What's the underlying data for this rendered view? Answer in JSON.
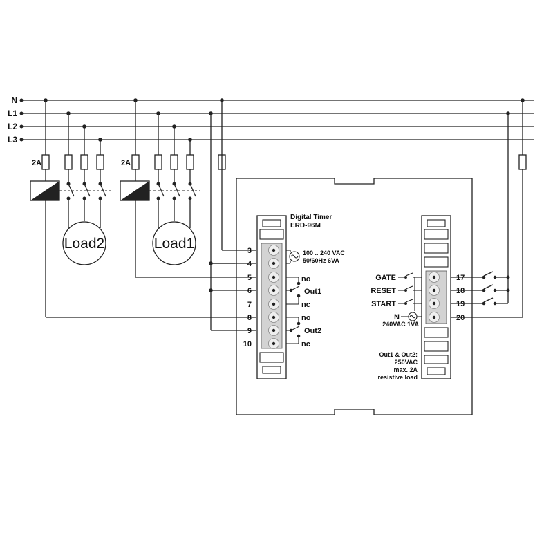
{
  "bus_lines": [
    "N",
    "L1",
    "L2",
    "L3"
  ],
  "fuse_ratings": {
    "left": "2A",
    "right": "2A"
  },
  "loads": {
    "left": "Load2",
    "right": "Load1"
  },
  "device": {
    "title": "Digital Timer",
    "model": "ERD-96M"
  },
  "supply": {
    "voltage": "100 .. 240 VAC",
    "freq_power": "50/60Hz 6VA"
  },
  "left_terminals": [
    "3",
    "4",
    "5",
    "6",
    "7",
    "8",
    "9",
    "10"
  ],
  "outputs": {
    "out1": {
      "no": "no",
      "com": "Out1",
      "nc": "nc"
    },
    "out2": {
      "no": "no",
      "com": "Out2",
      "nc": "nc"
    }
  },
  "right_terminals": [
    "17",
    "18",
    "19",
    "20"
  ],
  "inputs": [
    "GATE",
    "RESET",
    "START"
  ],
  "input_supply": {
    "n": "N",
    "rating": "240VAC 1VA"
  },
  "output_rating": [
    "Out1 & Out2:",
    "250VAC",
    "max. 2A",
    "resistive load"
  ]
}
